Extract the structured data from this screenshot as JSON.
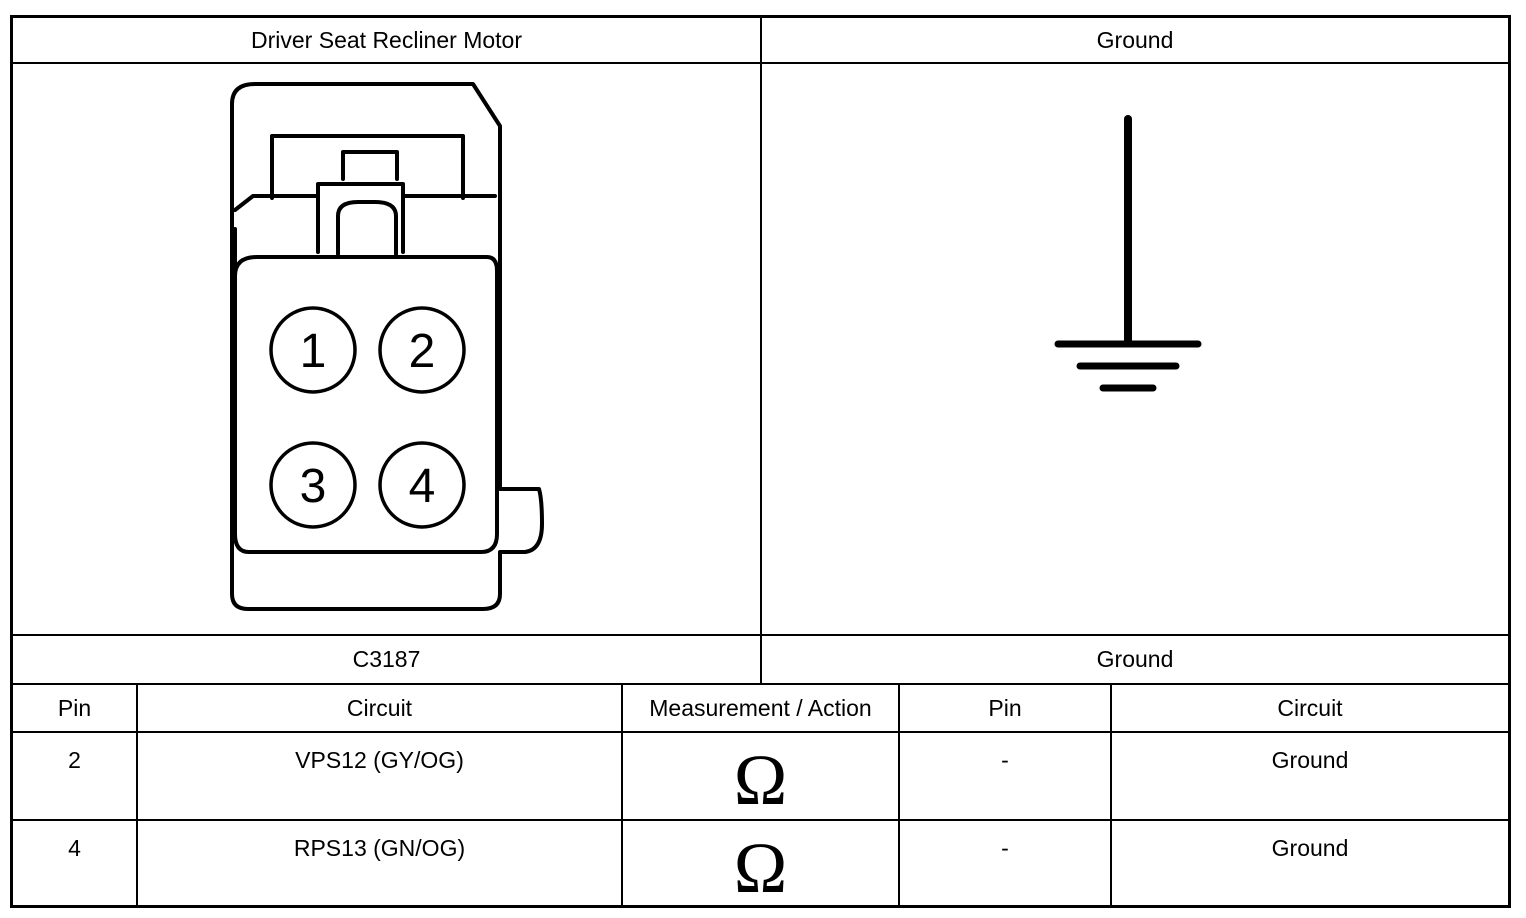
{
  "header": {
    "left_title": "Driver Seat Recliner Motor",
    "right_title": "Ground"
  },
  "connector": {
    "id": "C3187",
    "pins": [
      "1",
      "2",
      "3",
      "4"
    ]
  },
  "ground_label": "Ground",
  "table": {
    "columns": [
      "Pin",
      "Circuit",
      "Measurement / Action",
      "Pin",
      "Circuit"
    ],
    "rows": [
      {
        "pin": "2",
        "circuit": "VPS12 (GY/OG)",
        "measurement": "Ω",
        "pin2": "-",
        "circuit2": "Ground"
      },
      {
        "pin": "4",
        "circuit": "RPS13 (GN/OG)",
        "measurement": "Ω",
        "pin2": "-",
        "circuit2": "Ground"
      }
    ]
  },
  "icons": {
    "connector": "connector-face-icon",
    "ground": "ground-symbol-icon",
    "measurement": "ohm-symbol-icon"
  }
}
